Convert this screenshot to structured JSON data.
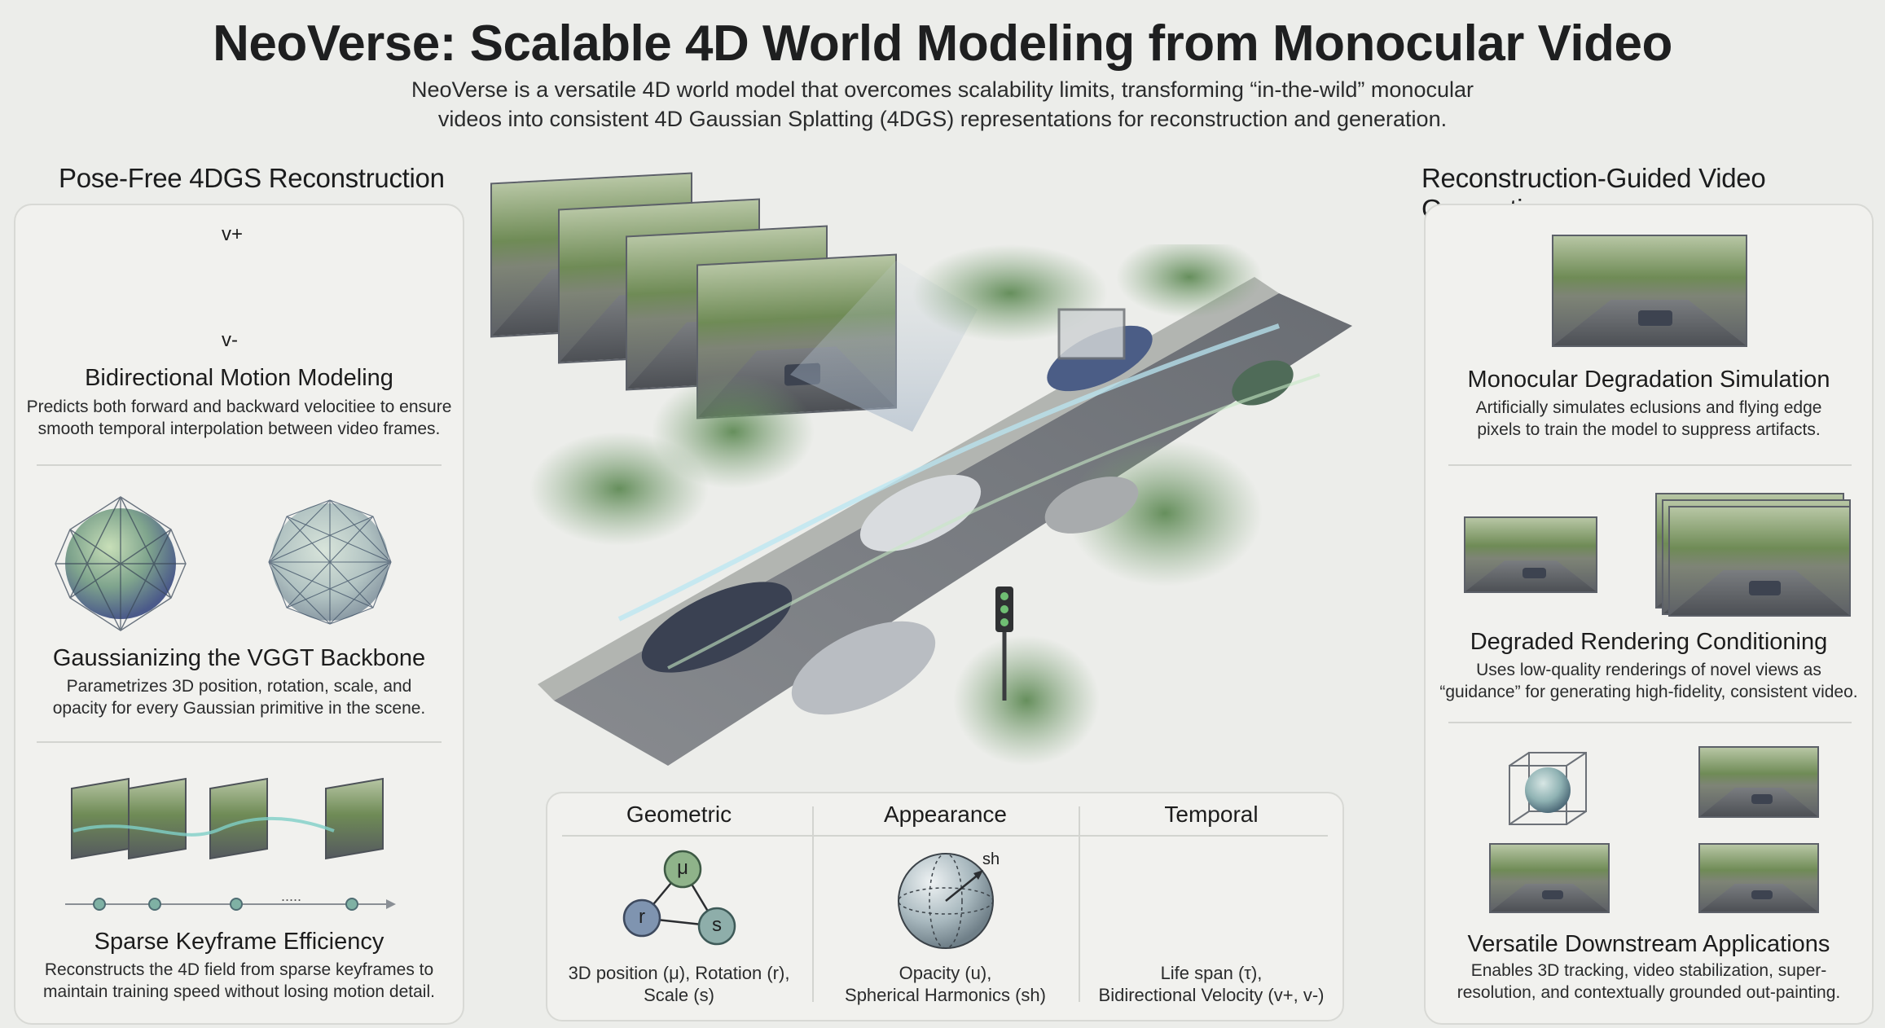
{
  "header": {
    "title": "NeoVerse: Scalable 4D World Modeling from Monocular Video",
    "subtitle_line1": "NeoVerse is a versatile 4D world model that overcomes scalability limits, transforming “in-the-wild” monocular",
    "subtitle_line2": "videos into consistent 4D Gaussian Splatting (4DGS) representations for reconstruction and generation."
  },
  "left": {
    "heading": "Pose-Free 4DGS Reconstruction",
    "velocity_plus": "v+",
    "velocity_minus": "v-",
    "features": [
      {
        "title": "Bidirectional Motion Modeling",
        "desc_line1": "Predicts both forward and backward velocitiee to ensure",
        "desc_line2": "smooth temporal interpolation between video frames."
      },
      {
        "title": "Gaussianizing the VGGT Backbone",
        "desc_line1": "Parametrizes 3D position, rotation, scale, and",
        "desc_line2": "opacity for every Gaussian primitive in the scene."
      },
      {
        "title": "Sparse Keyframe Efficiency",
        "desc_line1": "Reconstructs the 4D field from sparse keyframes to",
        "desc_line2": "maintain training speed without losing motion detail."
      }
    ]
  },
  "right": {
    "heading": "Reconstruction-Guided Video Generation",
    "features": [
      {
        "title": "Monocular Degradation Simulation",
        "desc_line1": "Artificially simulates eclusions and flying edge",
        "desc_line2": "pixels to train the model to suppress artifacts."
      },
      {
        "title": "Degraded Rendering Conditioning",
        "desc_line1": "Uses low-quality renderings of novel views as",
        "desc_line2": "“guidance” for generating high-fidelity, consistent video."
      },
      {
        "title": "Versatile Downstream Applications",
        "desc_line1": "Enables 3D tracking, video stabilization, super-",
        "desc_line2": "resolution, and contextually grounded out-painting."
      }
    ]
  },
  "attributes": {
    "columns": [
      {
        "title": "Geometric",
        "desc_line1": "3D position (μ), Rotation (r),",
        "desc_line2": "Scale (s)"
      },
      {
        "title": "Appearance",
        "desc_line1": "Opacity (u),",
        "desc_line2": "Spherical Harmonics (sh)"
      },
      {
        "title": "Temporal",
        "desc_line1": "Life span (τ),",
        "desc_line2": "Bidirectional Velocity (v+, v-)"
      }
    ],
    "node_mu": "μ",
    "node_r": "r",
    "node_s": "s",
    "sphere_label": "sh"
  },
  "colors": {
    "background": "#ecedea",
    "card": "#f1f1ee",
    "node_green": "#8fb38a",
    "node_blue": "#7f94b0",
    "sphere": "#a9b9bf"
  }
}
